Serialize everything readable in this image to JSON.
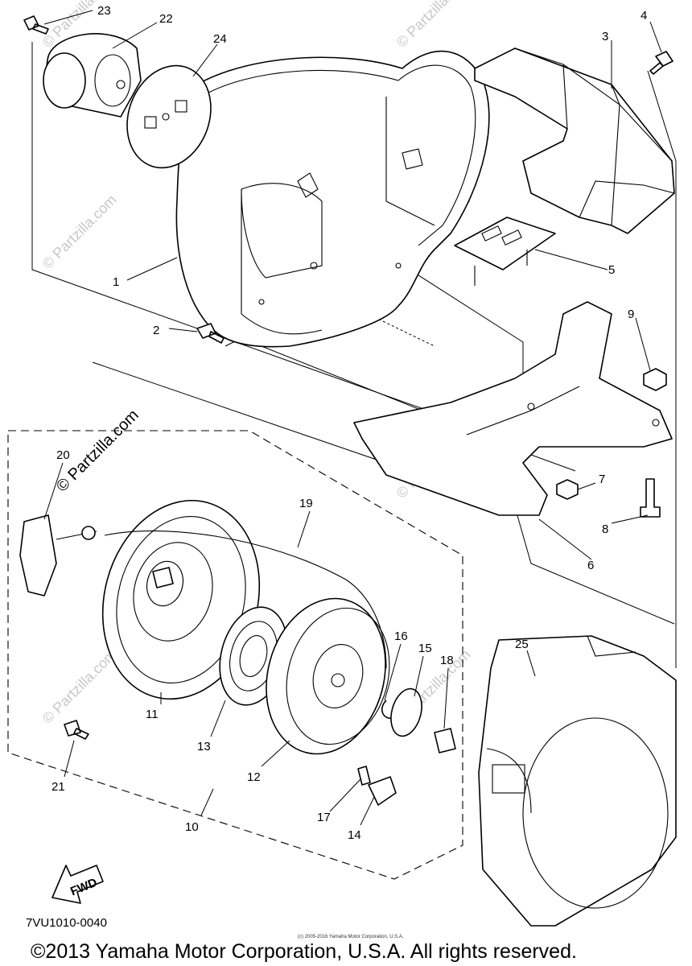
{
  "callouts": {
    "c1": "1",
    "c2": "2",
    "c3": "3",
    "c4": "4",
    "c5": "5",
    "c6": "6",
    "c7": "7",
    "c8": "8",
    "c9": "9",
    "c10": "10",
    "c11": "11",
    "c12": "12",
    "c13": "13",
    "c14": "14",
    "c15": "15",
    "c16": "16",
    "c17": "17",
    "c18": "18",
    "c19": "19",
    "c20": "20",
    "c21": "21",
    "c22": "22",
    "c23": "23",
    "c24": "24",
    "c25": "25"
  },
  "watermark": "© Partzilla.com",
  "fwd_label": "FWD",
  "diagram_code": "7VU1010-0040",
  "small_copyright": "(c) 2005-2016 Yamaha Motor Corporation, U.S.A.",
  "copyright": "©2013 Yamaha Motor Corporation, U.S.A. All rights reserved."
}
